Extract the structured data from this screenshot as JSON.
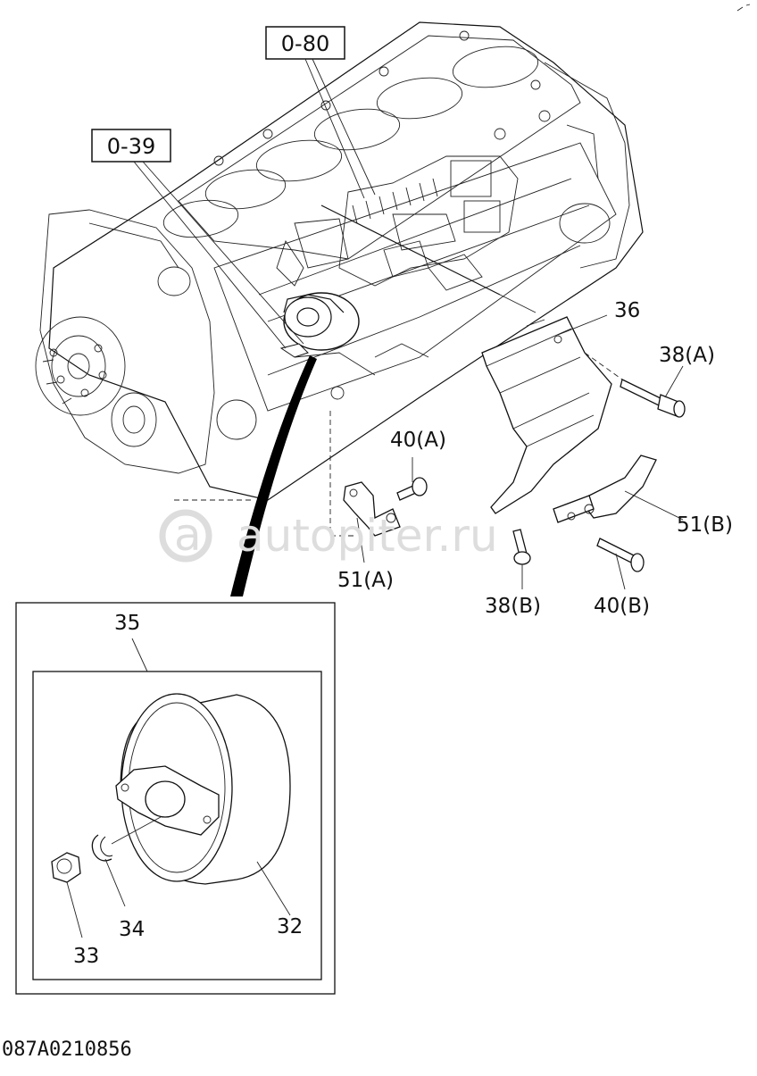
{
  "references": {
    "ref_0_80": "0-80",
    "ref_0_39": "0-39"
  },
  "callouts": {
    "c36": "36",
    "c38a": "38(A)",
    "c40a": "40(A)",
    "c51b": "51(B)",
    "c51a": "51(A)",
    "c38b": "38(B)",
    "c40b": "40(B)",
    "c35": "35",
    "c32": "32",
    "c34": "34",
    "c33": "33"
  },
  "watermark": {
    "text": "autopiter.ru"
  },
  "part_number": "087A0210856"
}
